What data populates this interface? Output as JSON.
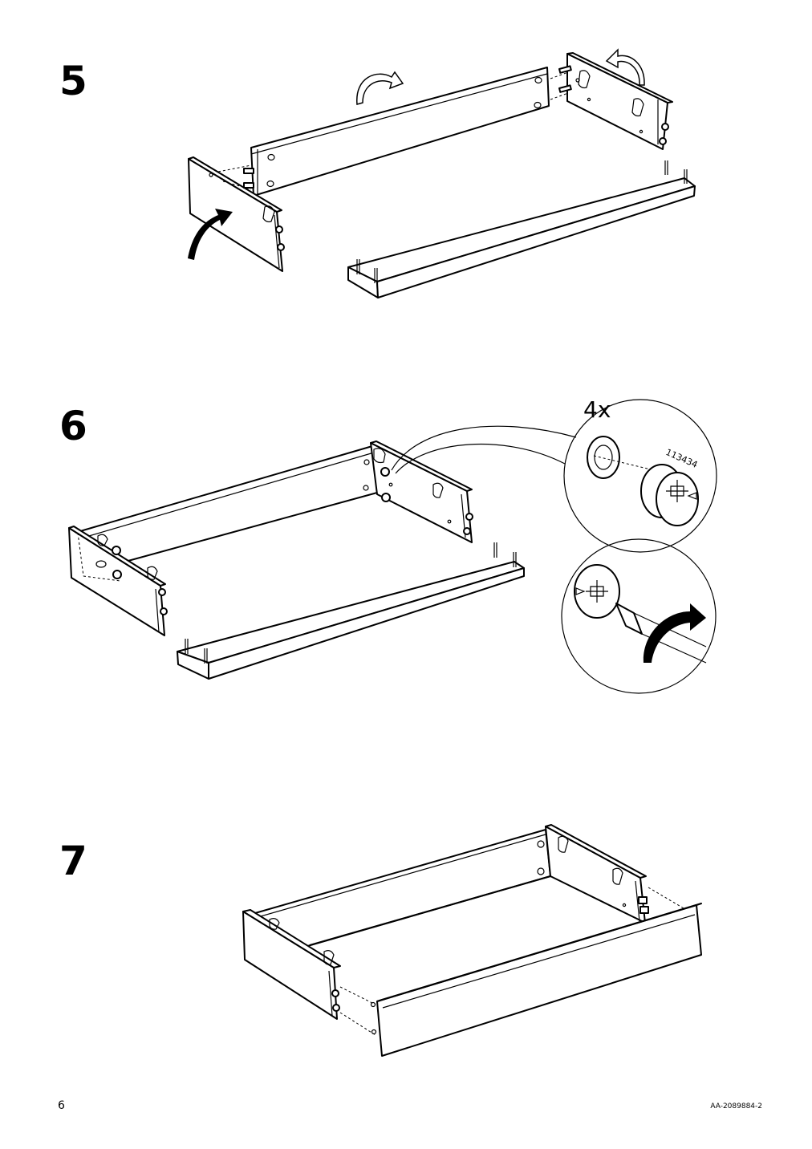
{
  "steps": [
    {
      "number": "5"
    },
    {
      "number": "6"
    },
    {
      "number": "7"
    }
  ],
  "detail": {
    "quantity": "4x",
    "part_number": "113434"
  },
  "footer": {
    "page_number": "6",
    "document_code": "AA-2089884-2"
  }
}
